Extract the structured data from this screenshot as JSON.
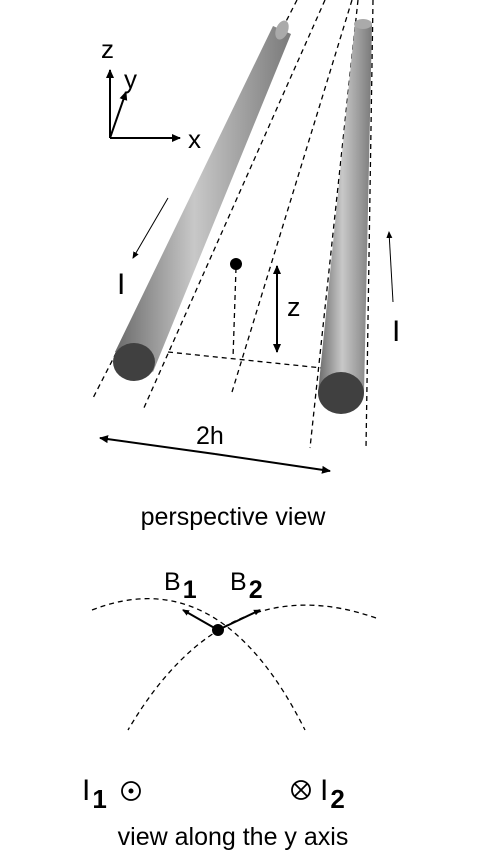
{
  "axes": {
    "z": "z",
    "y": "y",
    "x": "x"
  },
  "perspective": {
    "current_left": "I",
    "current_right": "I",
    "height_label": "z",
    "separation_label": "2h",
    "caption": "perspective view"
  },
  "end_view": {
    "field_1": "B",
    "field_1_sub": "1",
    "field_2": "B",
    "field_2_sub": "2",
    "wire_1": "I",
    "wire_1_sub": "1",
    "wire_2": "I",
    "wire_2_sub": "2",
    "caption": "view along the y axis"
  }
}
